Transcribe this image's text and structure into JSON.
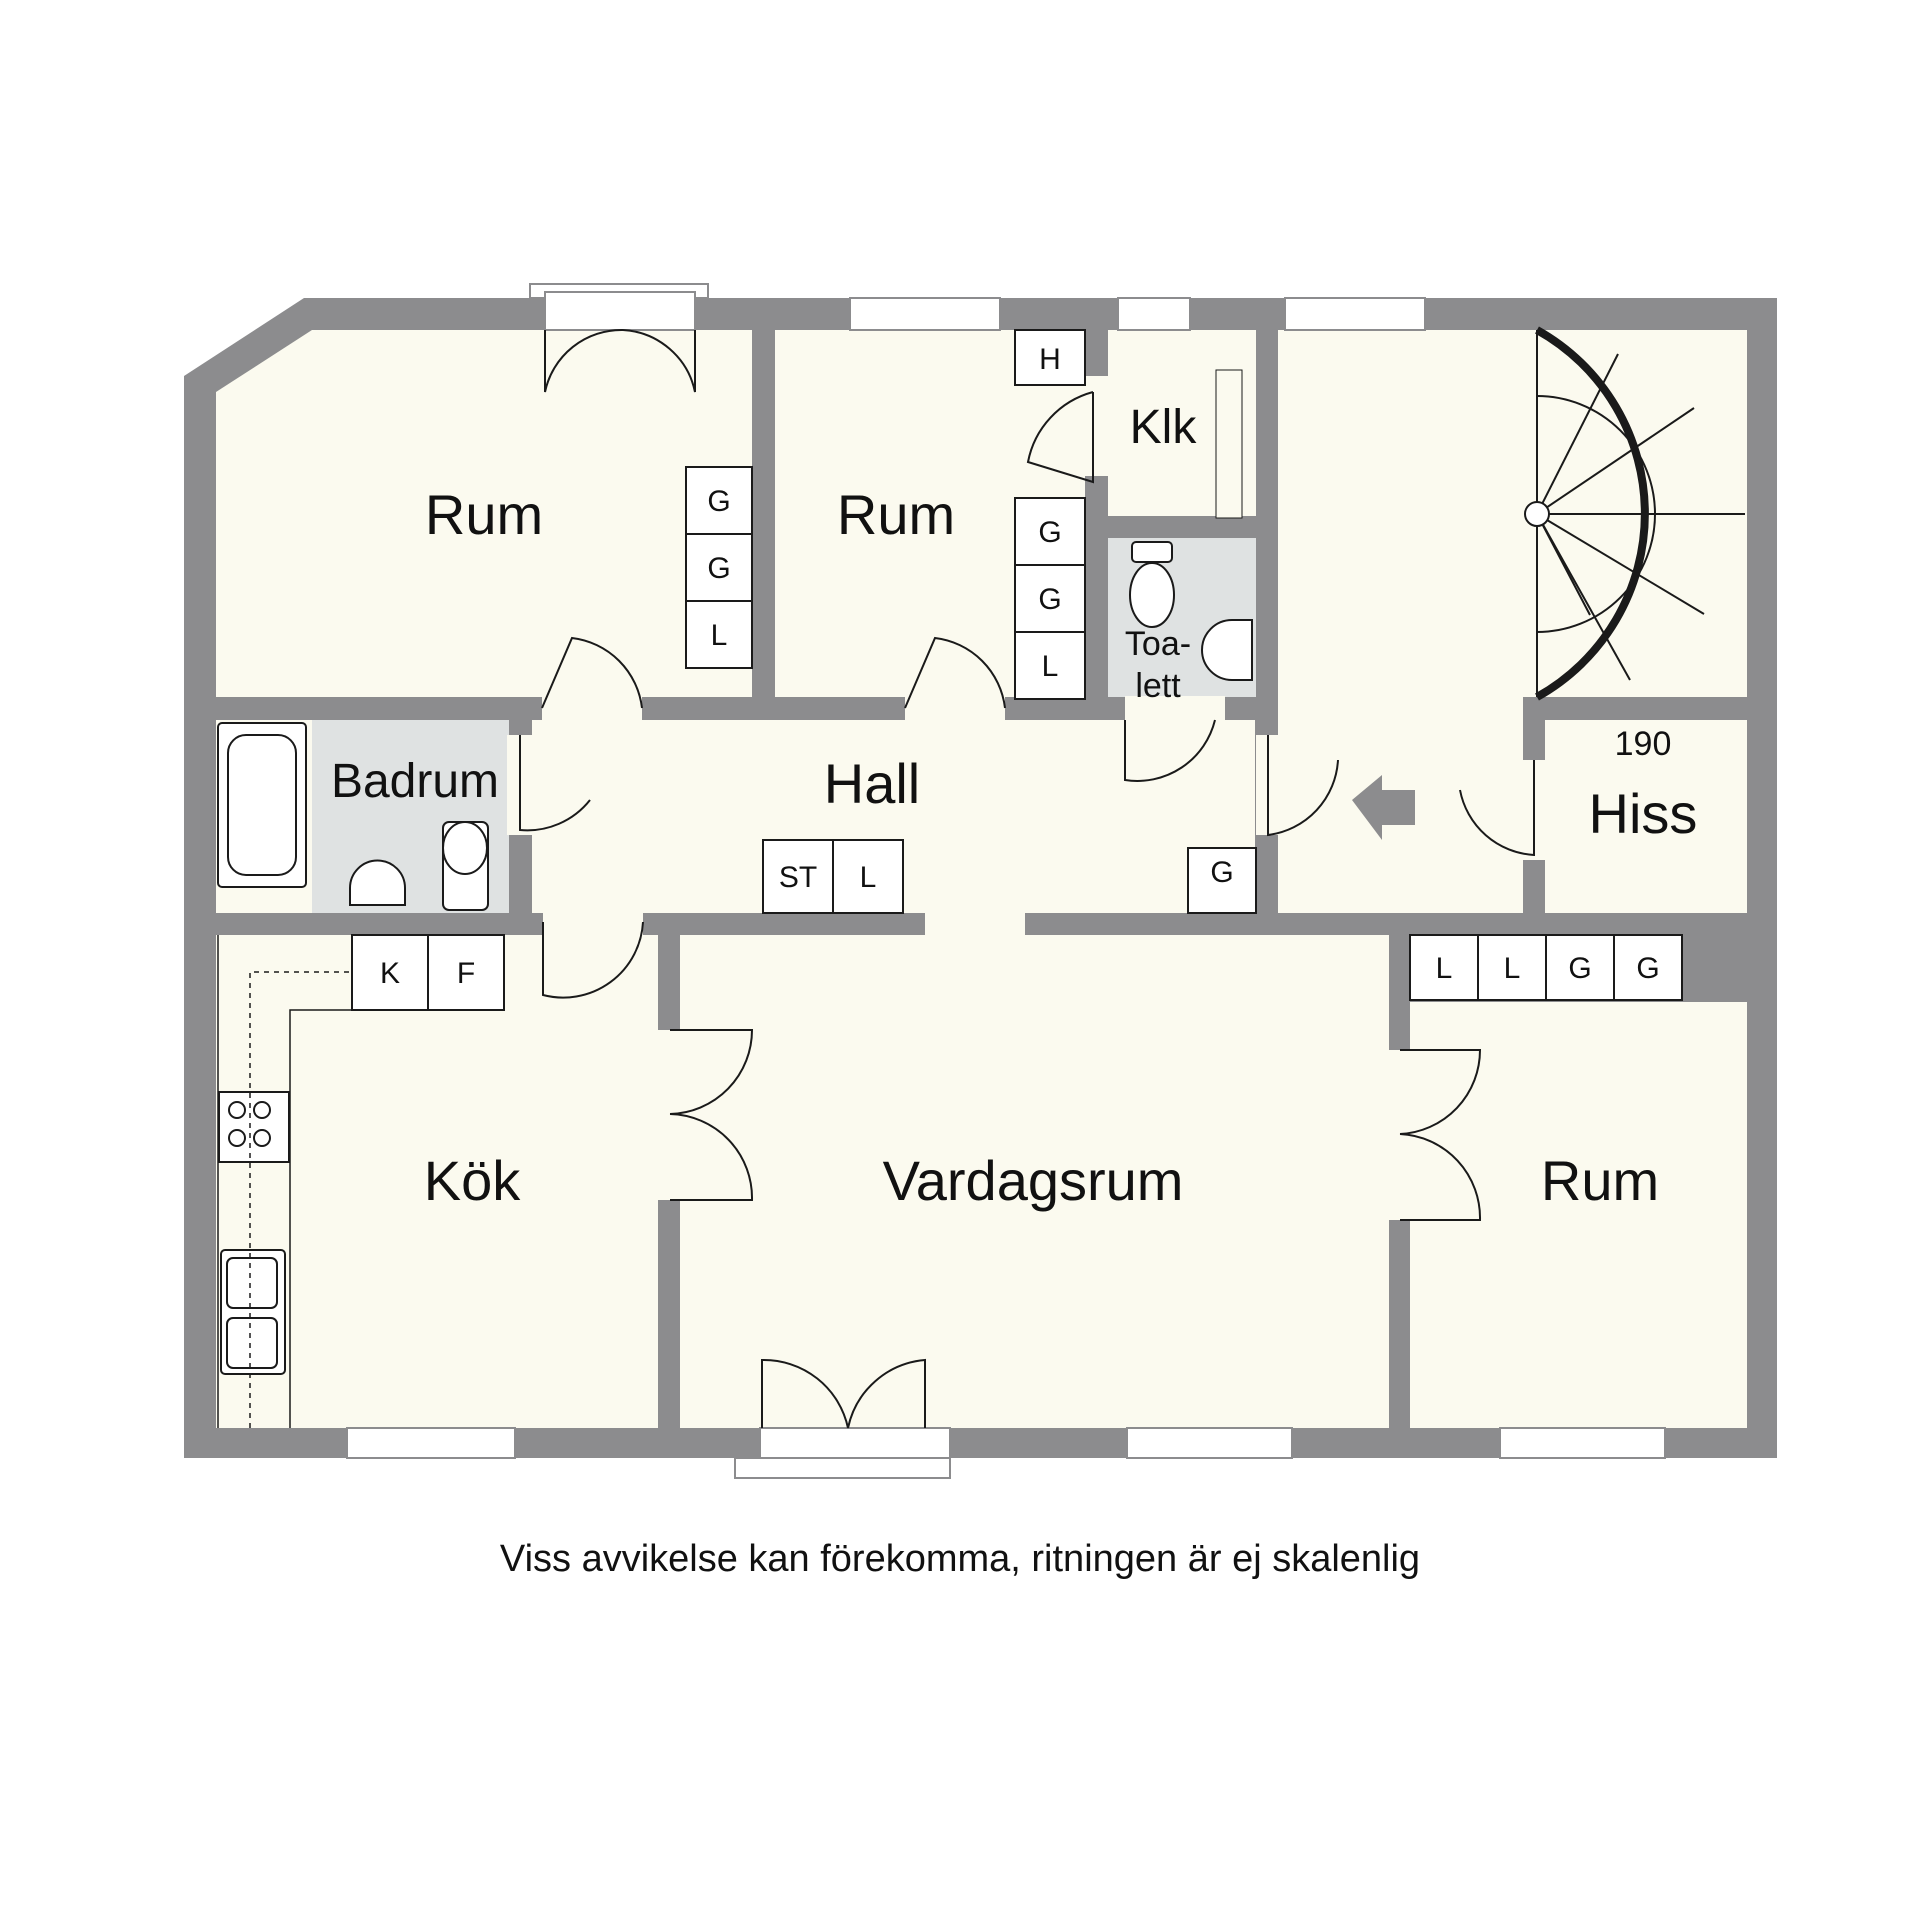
{
  "colors": {
    "wall": "#8c8c8e",
    "floor": "#fbfaef",
    "wet_room": "#dfe2e2",
    "line": "#1a1a1a"
  },
  "rooms": {
    "rum_top_left": "Rum",
    "rum_top_middle": "Rum",
    "klk": "Klk",
    "toalett_line1": "Toa-",
    "toalett_line2": "lett",
    "badrum": "Badrum",
    "hall": "Hall",
    "hiss": "Hiss",
    "hiss_number": "190",
    "kok": "Kök",
    "vardagsrum": "Vardagsrum",
    "rum_bottom_right": "Rum"
  },
  "cabinets": {
    "rum1": [
      "G",
      "G",
      "L"
    ],
    "rum2": [
      "G",
      "G",
      "L"
    ],
    "rum2_top": "H",
    "hall": [
      "ST",
      "L"
    ],
    "hall_right": "G",
    "kok": [
      "K",
      "F"
    ],
    "rum3": [
      "L",
      "L",
      "G",
      "G"
    ]
  },
  "disclaimer": "Viss avvikelse kan förekomma, ritningen är ej skalenlig"
}
